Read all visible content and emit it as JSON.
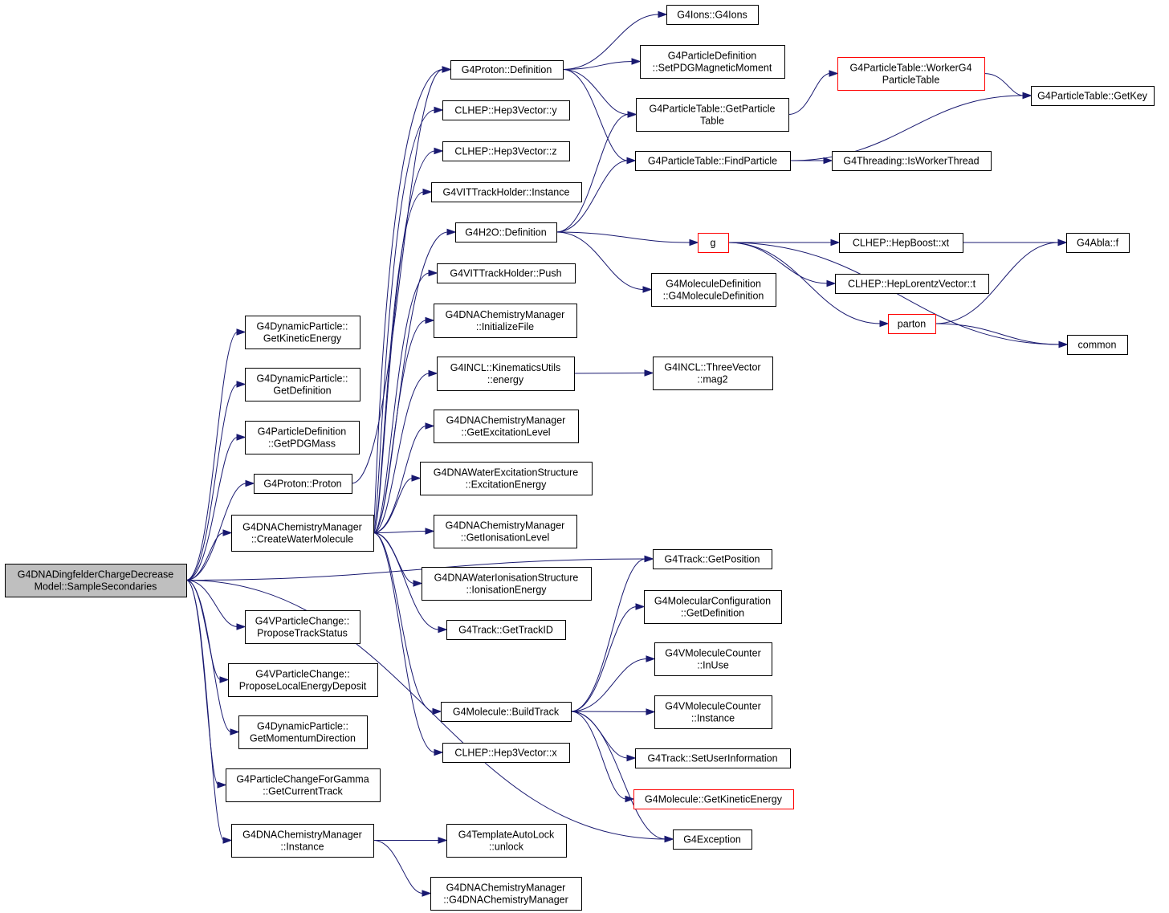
{
  "nodes": [
    {
      "id": "root",
      "lines": [
        "G4DNADingfelderChargeDecrease",
        "Model::SampleSecondaries"
      ],
      "style": "root"
    },
    {
      "id": "dp_ke",
      "lines": [
        "G4DynamicParticle::",
        "GetKineticEnergy"
      ]
    },
    {
      "id": "dp_def",
      "lines": [
        "G4DynamicParticle::",
        "GetDefinition"
      ]
    },
    {
      "id": "pd_mass",
      "lines": [
        "G4ParticleDefinition",
        "::GetPDGMass"
      ]
    },
    {
      "id": "proton",
      "lines": [
        "G4Proton::Proton"
      ]
    },
    {
      "id": "cwm",
      "lines": [
        "G4DNAChemistryManager",
        "::CreateWaterMolecule"
      ]
    },
    {
      "id": "vpc_status",
      "lines": [
        "G4VParticleChange::",
        "ProposeTrackStatus"
      ]
    },
    {
      "id": "vpc_local",
      "lines": [
        "G4VParticleChange::",
        "ProposeLocalEnergyDeposit"
      ]
    },
    {
      "id": "dp_mom",
      "lines": [
        "G4DynamicParticle::",
        "GetMomentumDirection"
      ]
    },
    {
      "id": "pcg_track",
      "lines": [
        "G4ParticleChangeForGamma",
        "::GetCurrentTrack"
      ]
    },
    {
      "id": "chem_inst",
      "lines": [
        "G4DNAChemistryManager",
        "::Instance"
      ]
    },
    {
      "id": "proton_def",
      "lines": [
        "G4Proton::Definition"
      ]
    },
    {
      "id": "hep_y",
      "lines": [
        "CLHEP::Hep3Vector::y"
      ]
    },
    {
      "id": "hep_z",
      "lines": [
        "CLHEP::Hep3Vector::z"
      ]
    },
    {
      "id": "vit_inst",
      "lines": [
        "G4VITTrackHolder::Instance"
      ]
    },
    {
      "id": "h2o_def",
      "lines": [
        "G4H2O::Definition"
      ]
    },
    {
      "id": "vit_push",
      "lines": [
        "G4VITTrackHolder::Push"
      ]
    },
    {
      "id": "chem_init",
      "lines": [
        "G4DNAChemistryManager",
        "::InitializeFile"
      ]
    },
    {
      "id": "incl_energy",
      "lines": [
        "G4INCL::KinematicsUtils",
        "::energy"
      ]
    },
    {
      "id": "chem_exc",
      "lines": [
        "G4DNAChemistryManager",
        "::GetExcitationLevel"
      ]
    },
    {
      "id": "wes_exc",
      "lines": [
        "G4DNAWaterExcitationStructure",
        "::ExcitationEnergy"
      ]
    },
    {
      "id": "chem_ion",
      "lines": [
        "G4DNAChemistryManager",
        "::GetIonisationLevel"
      ]
    },
    {
      "id": "wis_ion",
      "lines": [
        "G4DNAWaterIonisationStructure",
        "::IonisationEnergy"
      ]
    },
    {
      "id": "track_id",
      "lines": [
        "G4Track::GetTrackID"
      ]
    },
    {
      "id": "mol_build",
      "lines": [
        "G4Molecule::BuildTrack"
      ]
    },
    {
      "id": "hep_x",
      "lines": [
        "CLHEP::Hep3Vector::x"
      ]
    },
    {
      "id": "tal_unlock",
      "lines": [
        "G4TemplateAutoLock",
        "::unlock"
      ]
    },
    {
      "id": "chem_ctor",
      "lines": [
        "G4DNAChemistryManager",
        "::G4DNAChemistryManager"
      ]
    },
    {
      "id": "ions",
      "lines": [
        "G4Ions::G4Ions"
      ]
    },
    {
      "id": "pd_magn",
      "lines": [
        "G4ParticleDefinition",
        "::SetPDGMagneticMoment"
      ]
    },
    {
      "id": "pt_get",
      "lines": [
        "G4ParticleTable::GetParticle",
        "Table"
      ]
    },
    {
      "id": "pt_find",
      "lines": [
        "G4ParticleTable::FindParticle"
      ]
    },
    {
      "id": "pt_worker",
      "lines": [
        "G4ParticleTable::WorkerG4",
        "ParticleTable"
      ],
      "style": "red"
    },
    {
      "id": "pt_key",
      "lines": [
        "G4ParticleTable::GetKey"
      ]
    },
    {
      "id": "thr_worker",
      "lines": [
        "G4Threading::IsWorkerThread"
      ]
    },
    {
      "id": "g",
      "lines": [
        "g"
      ],
      "style": "red"
    },
    {
      "id": "boost_xt",
      "lines": [
        "CLHEP::HepBoost::xt"
      ]
    },
    {
      "id": "lorentz_t",
      "lines": [
        "CLHEP::HepLorentzVector::t"
      ]
    },
    {
      "id": "abla_f",
      "lines": [
        "G4Abla::f"
      ]
    },
    {
      "id": "parton",
      "lines": [
        "parton"
      ],
      "style": "red"
    },
    {
      "id": "common",
      "lines": [
        "common"
      ]
    },
    {
      "id": "moldef",
      "lines": [
        "G4MoleculeDefinition",
        "::G4MoleculeDefinition"
      ]
    },
    {
      "id": "incl_mag2",
      "lines": [
        "G4INCL::ThreeVector",
        "::mag2"
      ]
    },
    {
      "id": "track_pos",
      "lines": [
        "G4Track::GetPosition"
      ]
    },
    {
      "id": "molconf",
      "lines": [
        "G4MolecularConfiguration",
        "::GetDefinition"
      ]
    },
    {
      "id": "vmc_inuse",
      "lines": [
        "G4VMoleculeCounter",
        "::InUse"
      ]
    },
    {
      "id": "vmc_inst",
      "lines": [
        "G4VMoleculeCounter",
        "::Instance"
      ]
    },
    {
      "id": "track_setui",
      "lines": [
        "G4Track::SetUserInformation"
      ]
    },
    {
      "id": "mol_ke",
      "lines": [
        "G4Molecule::GetKineticEnergy"
      ],
      "style": "red"
    },
    {
      "id": "exception",
      "lines": [
        "G4Exception"
      ]
    }
  ],
  "edges": [
    [
      "root",
      "dp_ke"
    ],
    [
      "root",
      "dp_def"
    ],
    [
      "root",
      "pd_mass"
    ],
    [
      "root",
      "proton"
    ],
    [
      "root",
      "cwm"
    ],
    [
      "root",
      "vpc_status"
    ],
    [
      "root",
      "vpc_local"
    ],
    [
      "root",
      "dp_mom"
    ],
    [
      "root",
      "pcg_track"
    ],
    [
      "root",
      "chem_inst"
    ],
    [
      "root",
      "track_pos"
    ],
    [
      "root",
      "exception"
    ],
    [
      "proton",
      "proton_def"
    ],
    [
      "cwm",
      "proton_def"
    ],
    [
      "cwm",
      "hep_y"
    ],
    [
      "cwm",
      "hep_z"
    ],
    [
      "cwm",
      "vit_inst"
    ],
    [
      "cwm",
      "h2o_def"
    ],
    [
      "cwm",
      "vit_push"
    ],
    [
      "cwm",
      "chem_init"
    ],
    [
      "cwm",
      "incl_energy"
    ],
    [
      "cwm",
      "chem_exc"
    ],
    [
      "cwm",
      "wes_exc"
    ],
    [
      "cwm",
      "chem_ion"
    ],
    [
      "cwm",
      "wis_ion"
    ],
    [
      "cwm",
      "track_id"
    ],
    [
      "cwm",
      "mol_build"
    ],
    [
      "cwm",
      "hep_x"
    ],
    [
      "chem_inst",
      "tal_unlock"
    ],
    [
      "chem_inst",
      "chem_ctor"
    ],
    [
      "proton_def",
      "ions"
    ],
    [
      "proton_def",
      "pd_magn"
    ],
    [
      "proton_def",
      "pt_get"
    ],
    [
      "proton_def",
      "pt_find"
    ],
    [
      "h2o_def",
      "pt_get"
    ],
    [
      "h2o_def",
      "pt_find"
    ],
    [
      "h2o_def",
      "g"
    ],
    [
      "h2o_def",
      "moldef"
    ],
    [
      "pt_get",
      "pt_worker"
    ],
    [
      "pt_worker",
      "pt_key"
    ],
    [
      "pt_find",
      "pt_key"
    ],
    [
      "pt_find",
      "thr_worker"
    ],
    [
      "g",
      "abla_f"
    ],
    [
      "g",
      "boost_xt"
    ],
    [
      "g",
      "lorentz_t"
    ],
    [
      "g",
      "parton"
    ],
    [
      "g",
      "common"
    ],
    [
      "parton",
      "abla_f"
    ],
    [
      "parton",
      "common"
    ],
    [
      "incl_energy",
      "incl_mag2"
    ],
    [
      "mol_build",
      "track_pos"
    ],
    [
      "mol_build",
      "molconf"
    ],
    [
      "mol_build",
      "vmc_inuse"
    ],
    [
      "mol_build",
      "vmc_inst"
    ],
    [
      "mol_build",
      "track_setui"
    ],
    [
      "mol_build",
      "mol_ke"
    ],
    [
      "mol_build",
      "exception"
    ]
  ],
  "colors": {
    "edge": "#191970",
    "node_border": "#000000",
    "highlight_border": "#ff0000",
    "root_fill": "#bfbfbf"
  }
}
